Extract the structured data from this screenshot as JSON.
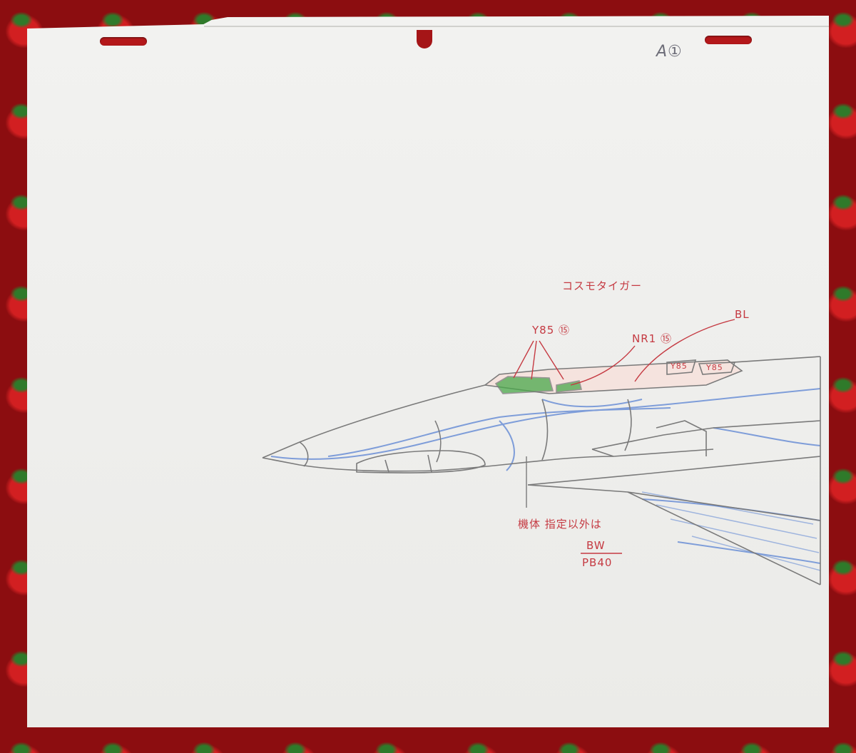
{
  "sheet": {
    "cut_number": "A①",
    "subject_label": "コスモタイガー",
    "callouts": {
      "canopy_color_a": "Y85 ⑮",
      "canopy_color_b": "NR1 ⑮",
      "canopy_tint": "BL",
      "panel_left": "Y85",
      "panel_right": "Y85"
    },
    "body_instruction": "機体 指定以外は",
    "body_color_code": "BW",
    "body_color_sub": "PB40"
  },
  "colors": {
    "fabric_red": "#c91a1c",
    "paper": "#eeeeec",
    "pencil": "#7a7a7a",
    "red_note": "#c53a42",
    "shade_blue": "#6b8fd6",
    "canopy_green": "#4aa84a"
  }
}
